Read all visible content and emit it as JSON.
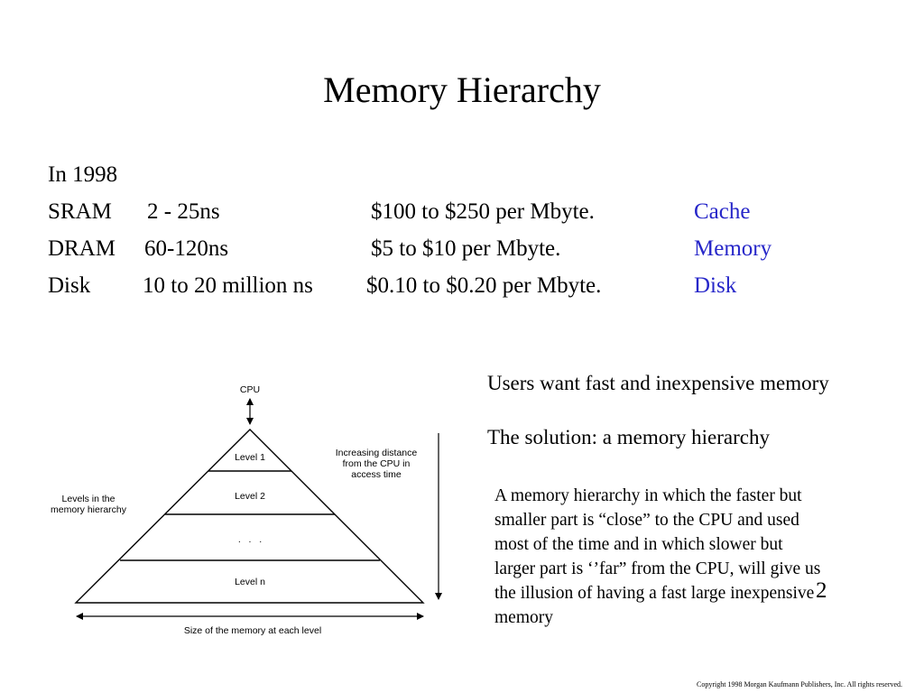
{
  "slide": {
    "title": "Memory Hierarchy",
    "year_line": "In 1998",
    "rows": [
      {
        "name": "SRAM",
        "speed": "2 - 25ns",
        "cost": "$100 to $250 per Mbyte.",
        "role": "Cache"
      },
      {
        "name": "DRAM",
        "speed": "60-120ns",
        "cost": "$5 to $10 per Mbyte.",
        "role": "Memory"
      },
      {
        "name": "Disk",
        "speed": "10 to 20 million ns",
        "cost": "$0.10 to $0.20 per Mbyte.",
        "role": "Disk"
      }
    ],
    "role_color": "#2727c9",
    "point_1": "Users want fast and inexpensive memory",
    "point_2": "The solution: a memory hierarchy",
    "explanation_lines": [
      " A memory  hierarchy in which the faster but",
      "smaller part is “close” to the CPU and used",
      "most of the time and in which slower but",
      "larger part is ‘’far” from the CPU, will give us",
      "the illusion of having a fast large inexpensive",
      "memory"
    ],
    "page_number": "2",
    "copyright": "Copyright 1998 Morgan Kaufmann Publishers, Inc. All rights reserved."
  },
  "diagram": {
    "cpu_label": "CPU",
    "levels": [
      "Level 1",
      "Level 2",
      ".   .   .",
      "Level n"
    ],
    "left_label_lines": [
      "Levels in the",
      "memory hierarchy"
    ],
    "right_label_lines": [
      "Increasing distance",
      "from the CPU in",
      "access time"
    ],
    "bottom_label": "Size of the memory at each level"
  }
}
